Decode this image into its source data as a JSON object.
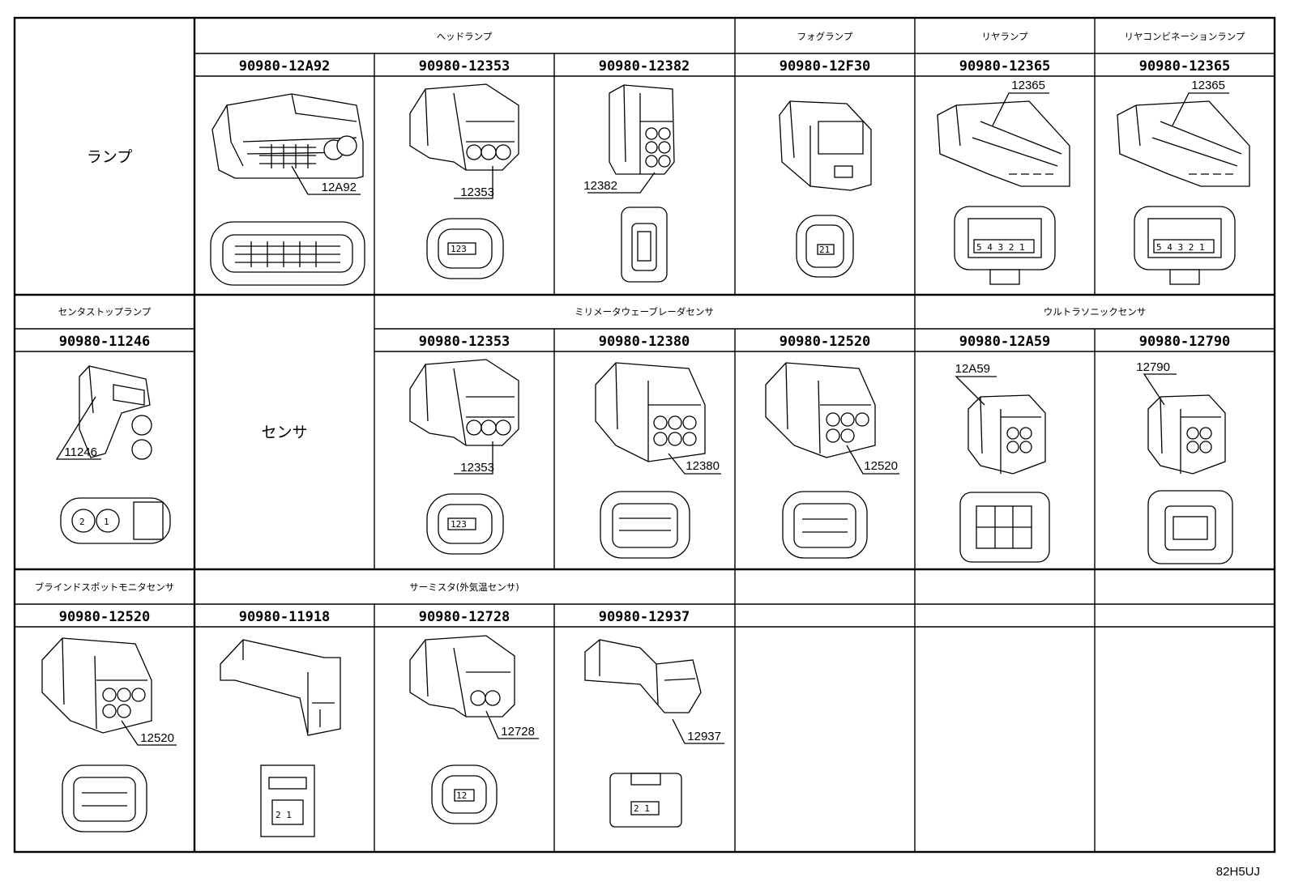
{
  "row_labels": {
    "lamp": "ランプ",
    "sensor": "センサ"
  },
  "row1": {
    "headlamp": "ヘッドランプ",
    "foglamp": "フォグランプ",
    "rearlamp": "リヤランプ",
    "rearcombo": "リヤコンビネーションランプ",
    "parts": [
      "90980-12A92",
      "90980-12353",
      "90980-12382",
      "90980-12F30",
      "90980-12365",
      "90980-12365"
    ],
    "callouts": [
      "12A92",
      "12353",
      "12382",
      "12365",
      "12365"
    ]
  },
  "row2": {
    "centerstop": "センタストップランプ",
    "mmwave": "ミリメータウェーブレーダセンサ",
    "ultrasonic": "ウルトラソニックセンサ",
    "parts": [
      "90980-11246",
      "90980-12353",
      "90980-12380",
      "90980-12520",
      "90980-12A59",
      "90980-12790"
    ],
    "callouts": [
      "11246",
      "12353",
      "12380",
      "12520",
      "12A59",
      "12790"
    ]
  },
  "row3": {
    "blindspot": "ブラインドスポットモニタセンサ",
    "thermistor": "サーミスタ(外気温センサ)",
    "parts": [
      "90980-12520",
      "90980-11918",
      "90980-12728",
      "90980-12937"
    ],
    "callouts": [
      "12520",
      "12728",
      "12937"
    ]
  },
  "image_code": "82H5UJ"
}
